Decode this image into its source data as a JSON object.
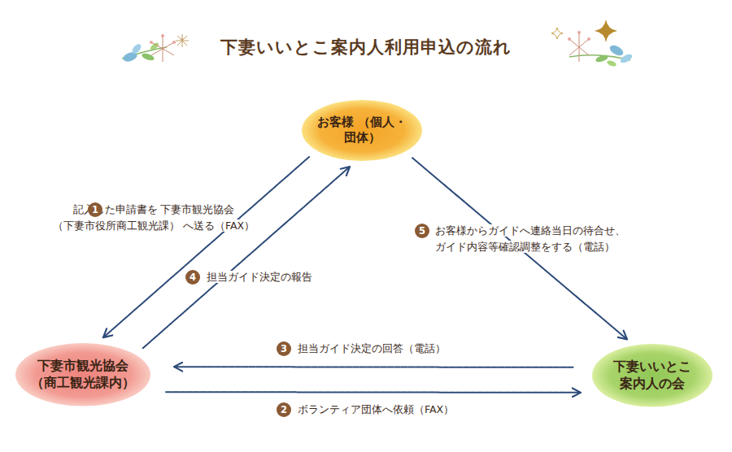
{
  "diagram": {
    "title": "下妻いいとこ案内人利用申込の流れ",
    "nodes": [
      {
        "text": [
          "お客様 （個人・団体）"
        ]
      },
      {
        "text": [
          "下妻市観光協会 （商工観光課内）"
        ]
      },
      {
        "text": [
          "下妻いいとこ 案内人の会"
        ]
      }
    ],
    "edges": [
      {
        "from": 0,
        "to": 1,
        "arrow": "to",
        "label": "記入した申請書を 下妻市観光協会（下妻市役所商工観光課） へ送る（FAX）"
      },
      {
        "from": 1,
        "to": 2,
        "arrow": "to",
        "label": "ボランティア団体へ依頼（FAX）"
      },
      {
        "from": 2,
        "to": 1,
        "arrow": "to",
        "label": "担当ガイド決定の回答（電話）"
      },
      {
        "from": 1,
        "to": 0,
        "arrow": "to",
        "label": "担当ガイド決定の報告"
      },
      {
        "from": 0,
        "to": 2,
        "arrow": "to",
        "label": "お客様からガイドへ連絡当日の待合せ、 ガイド内容等確認調整をする（電話）"
      }
    ],
    "labels": [
      "1",
      "2",
      "3",
      "4",
      "5"
    ]
  }
}
